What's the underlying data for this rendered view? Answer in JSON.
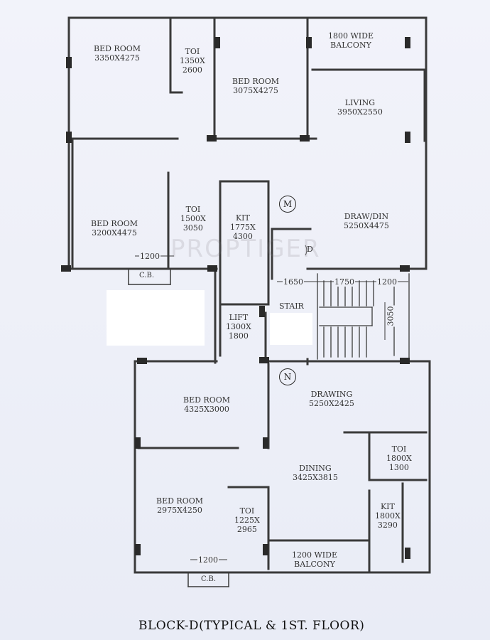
{
  "rooms": {
    "bed1": {
      "name": "BED ROOM",
      "size": "3350X4275"
    },
    "toi1": {
      "name": "TOI",
      "w": "1350X",
      "h": "2600"
    },
    "bed2": {
      "name": "BED ROOM",
      "size": "3075X4275"
    },
    "balcony1": {
      "line1": "1800 WIDE",
      "line2": "BALCONY"
    },
    "living": {
      "name": "LIVING",
      "size": "3950X2550"
    },
    "bed3": {
      "name": "BED ROOM",
      "size": "3200X4475"
    },
    "toi2": {
      "name": "TOI",
      "w": "1500X",
      "h": "3050"
    },
    "kit1": {
      "name": "KIT",
      "w": "1775X",
      "h": "4300"
    },
    "drawdin": {
      "name": "DRAW/DIN",
      "size": "5250X4475"
    },
    "lift": {
      "name": "LIFT",
      "w": "1300X",
      "h": "1800"
    },
    "stair": {
      "name": "STAIR"
    },
    "bed4": {
      "name": "BED ROOM",
      "size": "4325X3000"
    },
    "drawing": {
      "name": "DRAWING",
      "size": "5250X2425"
    },
    "toi3": {
      "name": "TOI",
      "w": "1800X",
      "h": "1300"
    },
    "dining": {
      "name": "DINING",
      "size": "3425X3815"
    },
    "bed5": {
      "name": "BED ROOM",
      "size": "2975X4250"
    },
    "toi4": {
      "name": "TOI",
      "w": "1225X",
      "h": "2965"
    },
    "kit2": {
      "name": "KIT",
      "w": "1800X",
      "h": "3290"
    },
    "balcony2": {
      "line1": "1200 WIDE",
      "line2": "BALCONY"
    }
  },
  "labels": {
    "cb_top": "C.B.",
    "cb_bottom": "C.B.",
    "door_d": "D"
  },
  "dimensions": {
    "cb_top_width": "1200",
    "cb_bottom_width": "1200",
    "stair_1": "1650",
    "stair_2": "1750",
    "stair_3": "1200",
    "stair_height": "3050"
  },
  "markers": {
    "unit_m": "M",
    "unit_n": "N"
  },
  "watermark": "PROPTIGER",
  "caption": "BLOCK-D(TYPICAL & 1ST. FLOOR)"
}
